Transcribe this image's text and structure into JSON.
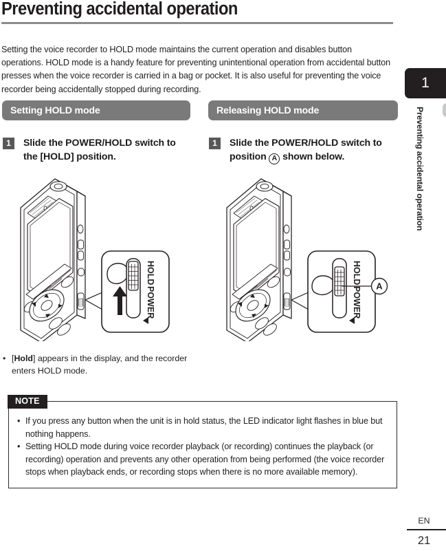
{
  "page": {
    "title": "Preventing accidental operation",
    "intro": "Setting the voice recorder to HOLD mode maintains the current operation and disables button operations. HOLD mode is a handy feature for preventing unintentional operation from accidental button presses when the voice recorder is carried in a bag or pocket. It is also useful for preventing the voice recorder being accidentally stopped during recording."
  },
  "sections": {
    "left": {
      "heading": "Setting HOLD mode",
      "step_number": "1",
      "step_text_prefix": "Slide the ",
      "step_switch_name": "POWER/HOLD",
      "step_text_mid": " switch to the [",
      "step_position_name": "HOLD",
      "step_text_suffix": "] position.",
      "bullet_marker": "•",
      "bullet_prefix": "[",
      "bullet_bold": "Hold",
      "bullet_text": "] appears in the display, and the recorder enters HOLD mode."
    },
    "right": {
      "heading": "Releasing HOLD mode",
      "step_number": "1",
      "step_text_prefix": "Slide the ",
      "step_switch_name": "POWER/HOLD",
      "step_text_mid": " switch to position ",
      "step_marker": "A",
      "step_text_suffix": " shown below."
    }
  },
  "illustration": {
    "switch_labels": {
      "hold": "HOLD",
      "power": "POWER"
    },
    "callout_marker": "A",
    "device_name": "voice-recorder",
    "left_caption_icon": "up-arrow-icon",
    "right_caption_icon": "callout-leader-icon"
  },
  "note": {
    "label": "NOTE",
    "bullet_marker": "•",
    "items": [
      "If you press any button when the unit is in hold status, the LED indicator light flashes in blue but nothing happens.",
      "Setting HOLD mode during voice recorder playback (or recording) continues the playback (or recording) operation and prevents any other operation from being performed (the voice recorder stops when playback ends, or recording stops when there is no more available memory)."
    ]
  },
  "side_tab": {
    "chapter_number": "1",
    "chapter_title": "Preventing accidental operation"
  },
  "footer": {
    "language": "EN",
    "page_number": "21"
  },
  "colors": {
    "pill_gray": "#7a7a7a",
    "badge_gray": "#585858",
    "ink": "#231f20",
    "rule_gray": "#8c8c8c"
  }
}
